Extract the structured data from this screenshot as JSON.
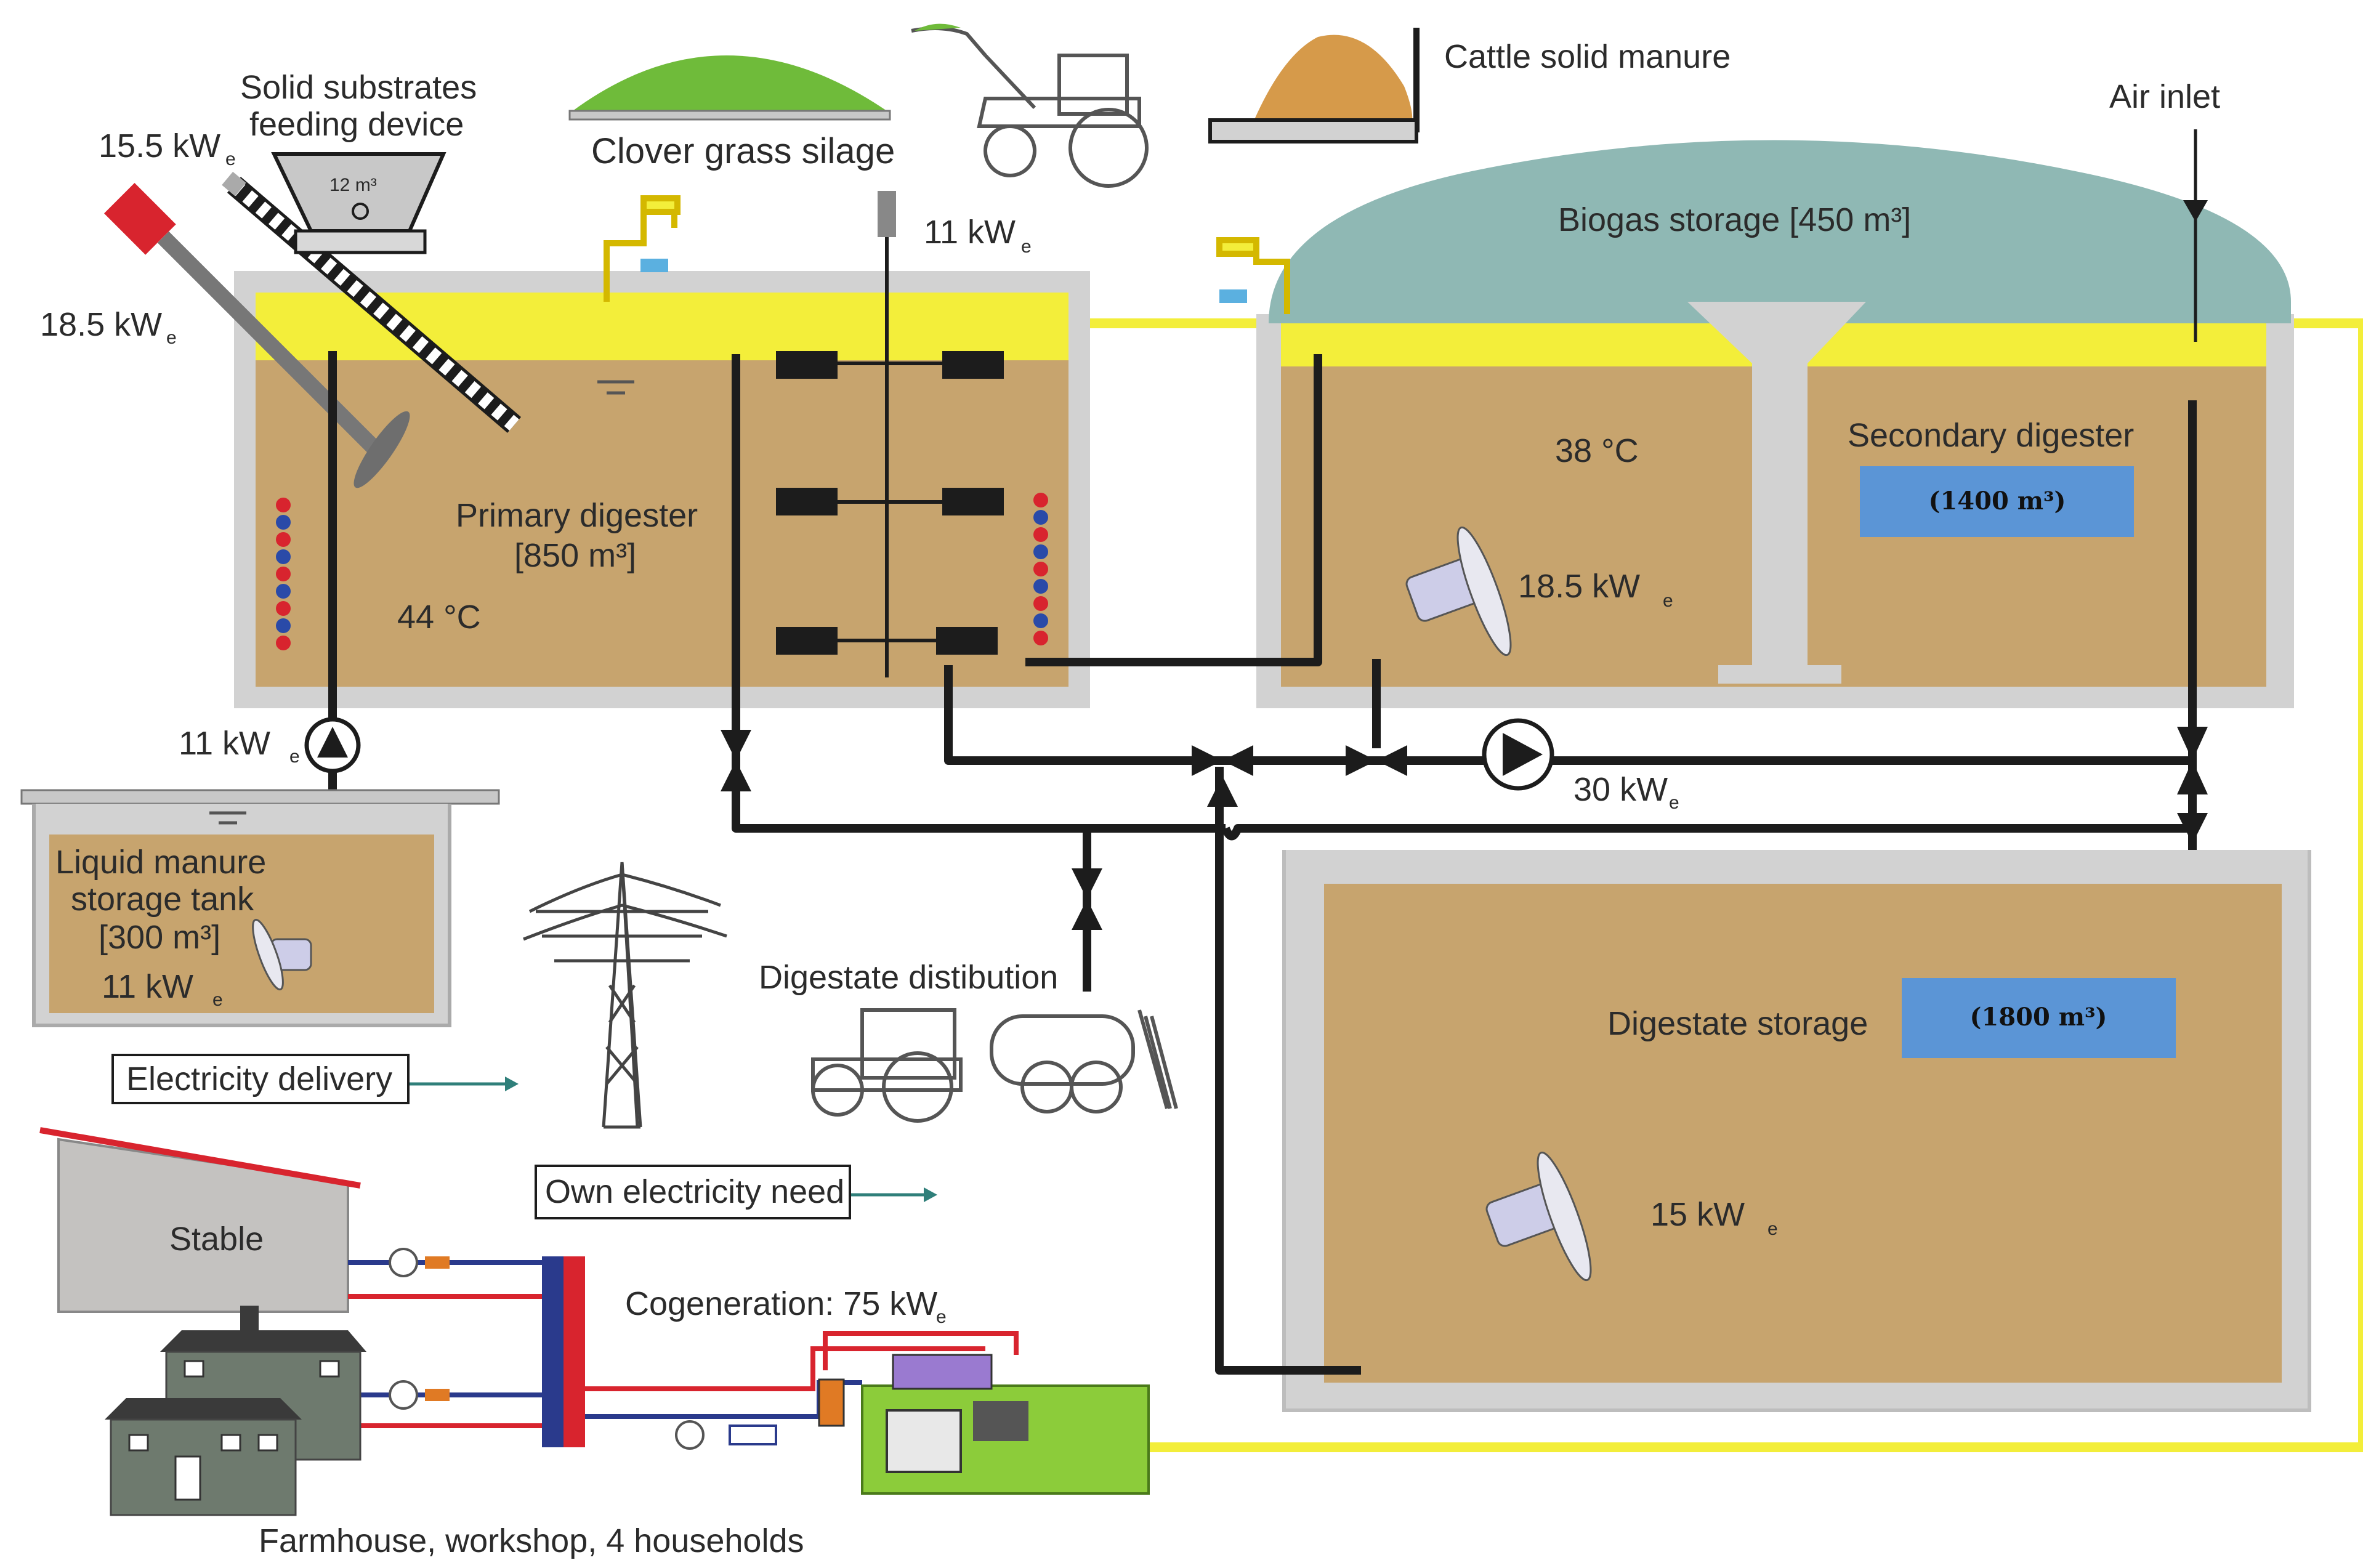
{
  "primary_digester": {
    "title_line1": "Primary digester",
    "title_line2": "[850 m³]",
    "temperature": "44 °C",
    "mixer_power": "11 kW",
    "mixer_unit": "e"
  },
  "secondary_digester": {
    "title": "Secondary digester",
    "volume": "(1400 m³)",
    "temperature": "38 °C",
    "mixer_power": "18.5 kW",
    "mixer_unit": "e"
  },
  "biogas_storage": {
    "title": "Biogas storage [450 m³]"
  },
  "air_inlet": "Air inlet",
  "cattle_manure": "Cattle solid manure",
  "silage": "Clover grass silage",
  "feeder": {
    "line1": "Solid substrates",
    "line2": "feeding device",
    "volume": "12 m³",
    "power_a": "15.5 kW",
    "power_b": "18.5 kW",
    "unit": "e"
  },
  "pump_primary": {
    "power": "11 kW",
    "unit": "e"
  },
  "liquid_tank": {
    "line1": "Liquid manure",
    "line2": "storage tank",
    "line3": "[300 m³]",
    "power": "11 kW",
    "unit": "e"
  },
  "transfer_pump": {
    "power": "30 kW",
    "unit": "e"
  },
  "digestate_distribution": "Digestate distibution",
  "digestate_storage": {
    "title": "Digestate storage",
    "volume": "(1800 m³)",
    "mixer_power": "15 kW",
    "mixer_unit": "e"
  },
  "electricity_delivery": "Electricity delivery",
  "own_electricity": "Own electricity need",
  "stable": "Stable",
  "cogeneration": {
    "label": "Cogeneration: 75 kW",
    "unit": "e"
  },
  "households": "Farmhouse, workshop, 4 households",
  "colors": {
    "tank_fill": "#c7a46e",
    "tank_wall": "#d2d2d2",
    "gas_layer": "#f3ee3a",
    "dome": "#8fb8b4",
    "info_box": "#5b95d6",
    "pipe": "#1c1c1c",
    "chp": "#8ccc3a",
    "hot_line": "#d8242e",
    "cold_line": "#2a3a8c"
  }
}
